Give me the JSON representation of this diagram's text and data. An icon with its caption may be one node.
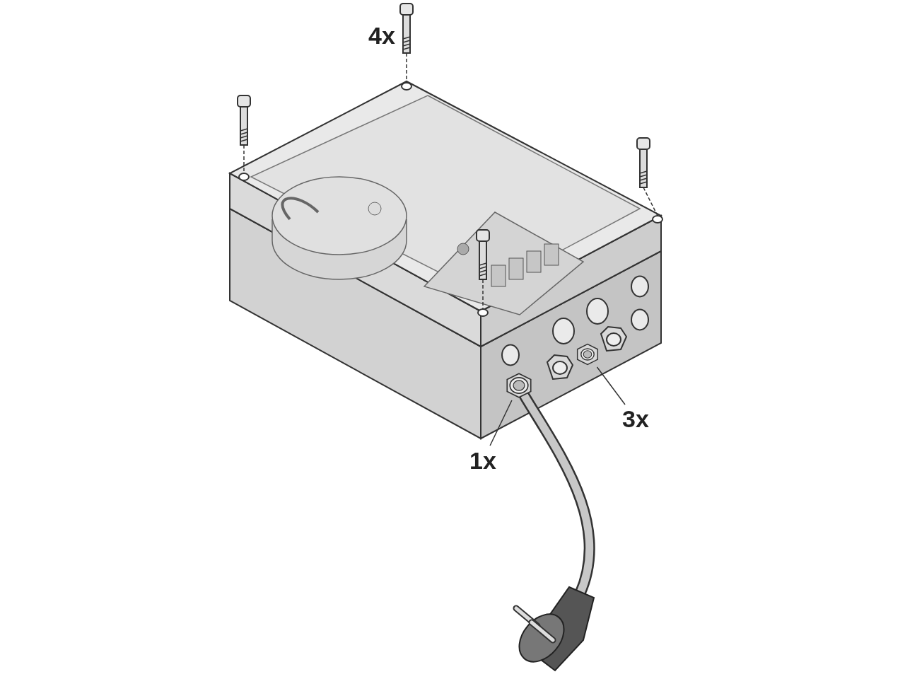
{
  "diagram": {
    "nodes": [
      {
        "text": [
          "3x"
        ]
      },
      {
        "text": [],
        "shape": "picture"
      },
      {
        "text": [
          "1x"
        ]
      },
      {
        "text": [],
        "shape": "picture"
      }
    ],
    "edges": [
      {
        "from": 0,
        "to": 1,
        "arrow": "none"
      },
      {
        "from": 2,
        "to": 3,
        "arrow": "none"
      }
    ],
    "labels": [
      "4x"
    ]
  }
}
